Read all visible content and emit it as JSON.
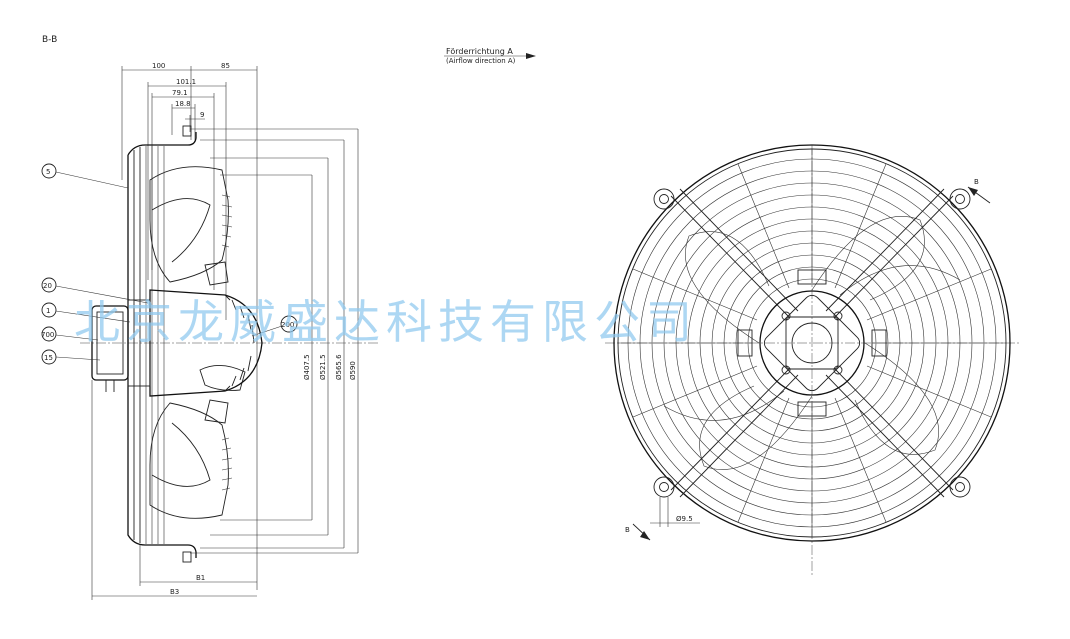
{
  "section_label": "B-B",
  "airflow": {
    "line1": "Förderrichtung A",
    "line2": "(Airflow direction A)"
  },
  "dims_top": {
    "d100": "100",
    "d85": "85",
    "d101_1": "101.1",
    "d79_1": "79.1",
    "d18_8": "18.8",
    "d9": "9"
  },
  "dims_bottom": {
    "b1": "B1",
    "b3": "B3"
  },
  "dims_diam": {
    "d1": "Ø407.5",
    "d2": "Ø521.5",
    "d3": "Ø565.6",
    "d4": "Ø590"
  },
  "balloons": {
    "b5": "5",
    "b20": "20",
    "b1": "1",
    "b700": "700",
    "b15": "15",
    "b200": "200"
  },
  "front_view": {
    "section_mark_top": "B",
    "section_mark_bottom": "B",
    "hole_dim": "Ø9.5"
  },
  "watermark": "北京龙威盛达科技有限公司"
}
